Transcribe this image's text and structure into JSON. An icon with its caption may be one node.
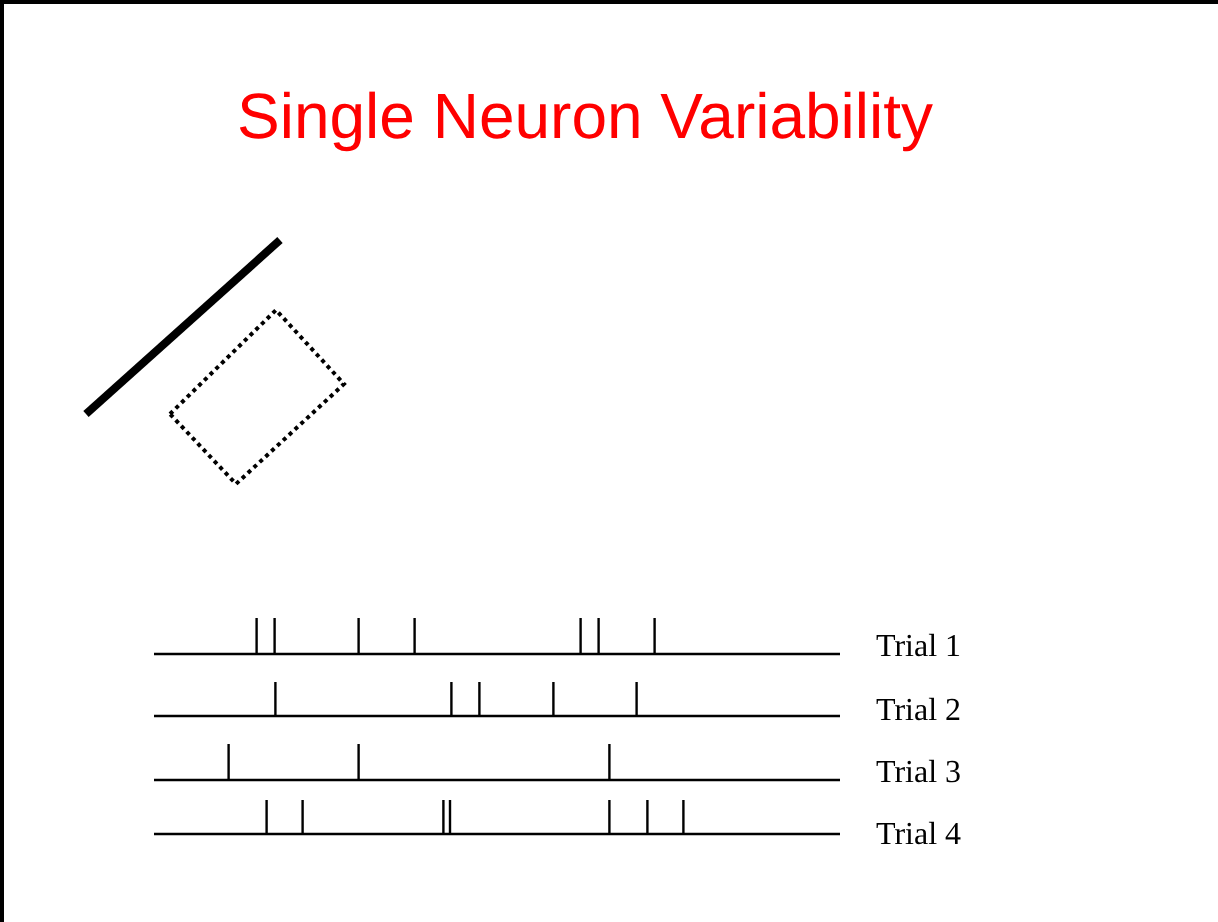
{
  "diagram": {
    "title": "Single Neuron Variability",
    "labels": [
      "Trial 1",
      "Trial 2",
      "Trial 3",
      "Trial 4"
    ]
  }
}
